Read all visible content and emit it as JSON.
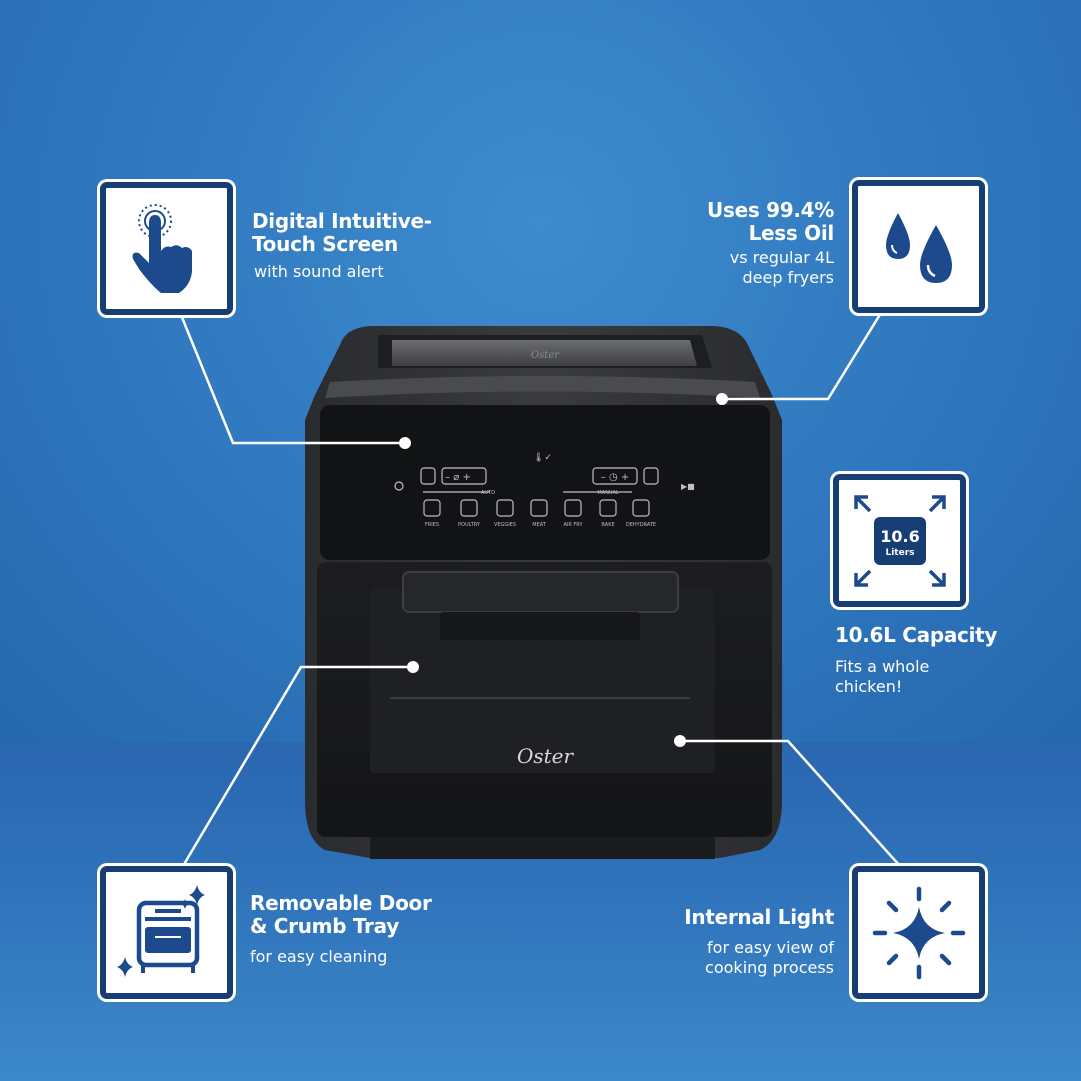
{
  "features": {
    "touch": {
      "title_line1": "Digital Intuitive-",
      "title_line2": "Touch Screen",
      "subtitle": "with sound alert",
      "icon": "touch-tap-icon"
    },
    "oil": {
      "title_line1": "Uses 99.4%",
      "title_line2": "Less Oil",
      "subtitle_line1": "vs regular 4L",
      "subtitle_line2": "deep fryers",
      "icon": "oil-drops-icon"
    },
    "capacity": {
      "badge_value": "10.6",
      "badge_unit": "Liters",
      "title": "10.6L Capacity",
      "subtitle_line1": "Fits a whole",
      "subtitle_line2": "chicken!",
      "icon": "expand-capacity-icon"
    },
    "door": {
      "title_line1": "Removable Door",
      "title_line2": "& Crumb Tray",
      "subtitle": "for easy cleaning",
      "icon": "oven-door-sparkle-icon"
    },
    "light": {
      "title": "Internal Light",
      "subtitle_line1": "for easy view of",
      "subtitle_line2": "cooking process",
      "icon": "sparkle-light-icon"
    }
  },
  "appliance": {
    "brand": "Oster",
    "panel": {
      "auto_label": "AUTO",
      "manual_label": "MANUAL",
      "presets": [
        "FRIES",
        "POULTRY",
        "VEGGIES",
        "MEAT",
        "AIR FRY",
        "BAKE",
        "DEHYDRATE"
      ]
    }
  },
  "colors": {
    "navy": "#163d74",
    "icon_blue": "#1d4a8c",
    "background_top": "#2f77be",
    "background_bottom": "#2a67b0"
  }
}
